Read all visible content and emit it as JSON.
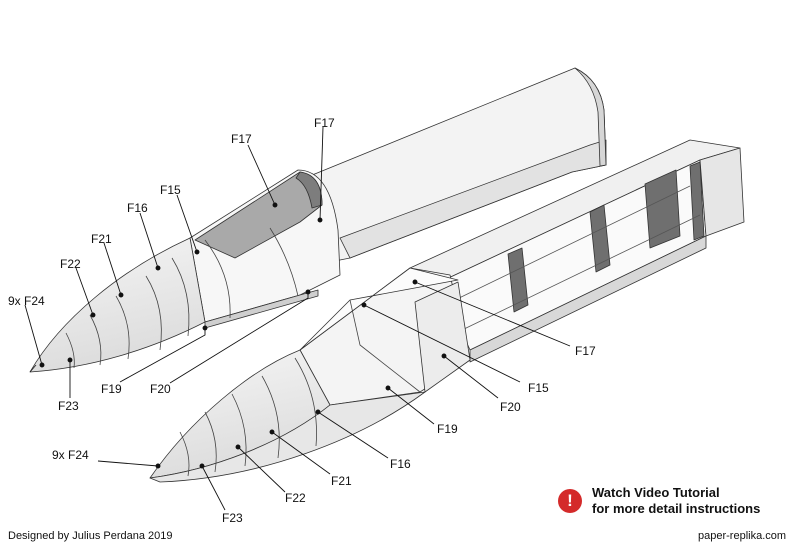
{
  "labels": {
    "top": {
      "f24": "9x F24",
      "f22": "F22",
      "f21": "F21",
      "f16": "F16",
      "f15": "F15",
      "f17a": "F17",
      "f17b": "F17",
      "f23": "F23",
      "f19": "F19",
      "f20": "F20"
    },
    "bottom": {
      "f17": "F17",
      "f15": "F15",
      "f20": "F20",
      "f19": "F19",
      "f16": "F16",
      "f21": "F21",
      "f22": "F22",
      "f23": "F23",
      "f24": "9x F24"
    }
  },
  "notice": {
    "icon": "exclamation-icon",
    "line1": "Watch Video Tutorial",
    "line2": "for more detail instructions",
    "icon_color": "#d42a2a"
  },
  "footer": {
    "credit": "Designed by Julius Perdana 2019",
    "site": "paper-replika.com"
  }
}
